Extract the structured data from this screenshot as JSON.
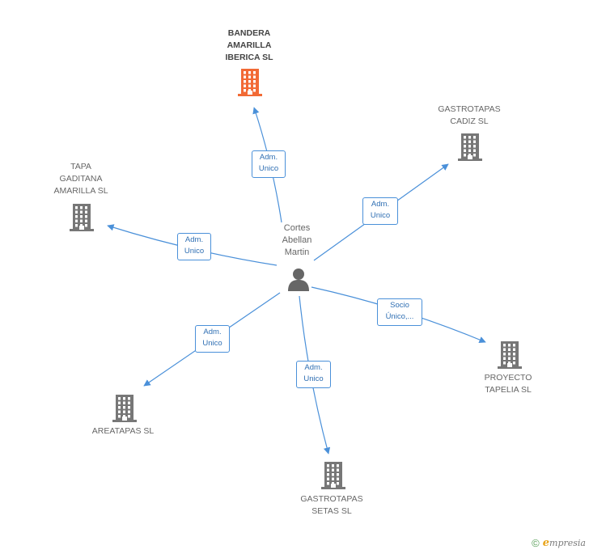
{
  "colors": {
    "edge": "#4a90d9",
    "company": "#777777",
    "main_company": "#f26a35",
    "person": "#666666"
  },
  "person": {
    "label": "Cortes\nAbellan\nMartin",
    "icon": "person-icon"
  },
  "companies": [
    {
      "id": "bandera",
      "label": "BANDERA\nAMARILLA\nIBERICA SL",
      "main": true,
      "icon": "building-icon"
    },
    {
      "id": "gastrotapas-cadiz",
      "label": "GASTROTAPAS\nCADIZ SL",
      "main": false,
      "icon": "building-icon"
    },
    {
      "id": "tapa-gaditana",
      "label": "TAPA\nGADITANA\nAMARILLA SL",
      "main": false,
      "icon": "building-icon"
    },
    {
      "id": "proyecto-tapelia",
      "label": "PROYECTO\nTAPELIA SL",
      "main": false,
      "icon": "building-icon"
    },
    {
      "id": "areatapas",
      "label": "AREATAPAS SL",
      "main": false,
      "icon": "building-icon"
    },
    {
      "id": "gastrotapas-setas",
      "label": "GASTROTAPAS\nSETAS SL",
      "main": false,
      "icon": "building-icon"
    }
  ],
  "edges": [
    {
      "target": "bandera",
      "label": "Adm.\nUnico"
    },
    {
      "target": "gastrotapas-cadiz",
      "label": "Adm.\nUnico"
    },
    {
      "target": "tapa-gaditana",
      "label": "Adm.\nUnico"
    },
    {
      "target": "proyecto-tapelia",
      "label": "Socio\nÚnico,..."
    },
    {
      "target": "areatapas",
      "label": "Adm.\nUnico"
    },
    {
      "target": "gastrotapas-setas",
      "label": "Adm.\nUnico"
    }
  ],
  "footer": {
    "copyright": "©",
    "brand_initial": "e",
    "brand_rest": "mpresia"
  }
}
